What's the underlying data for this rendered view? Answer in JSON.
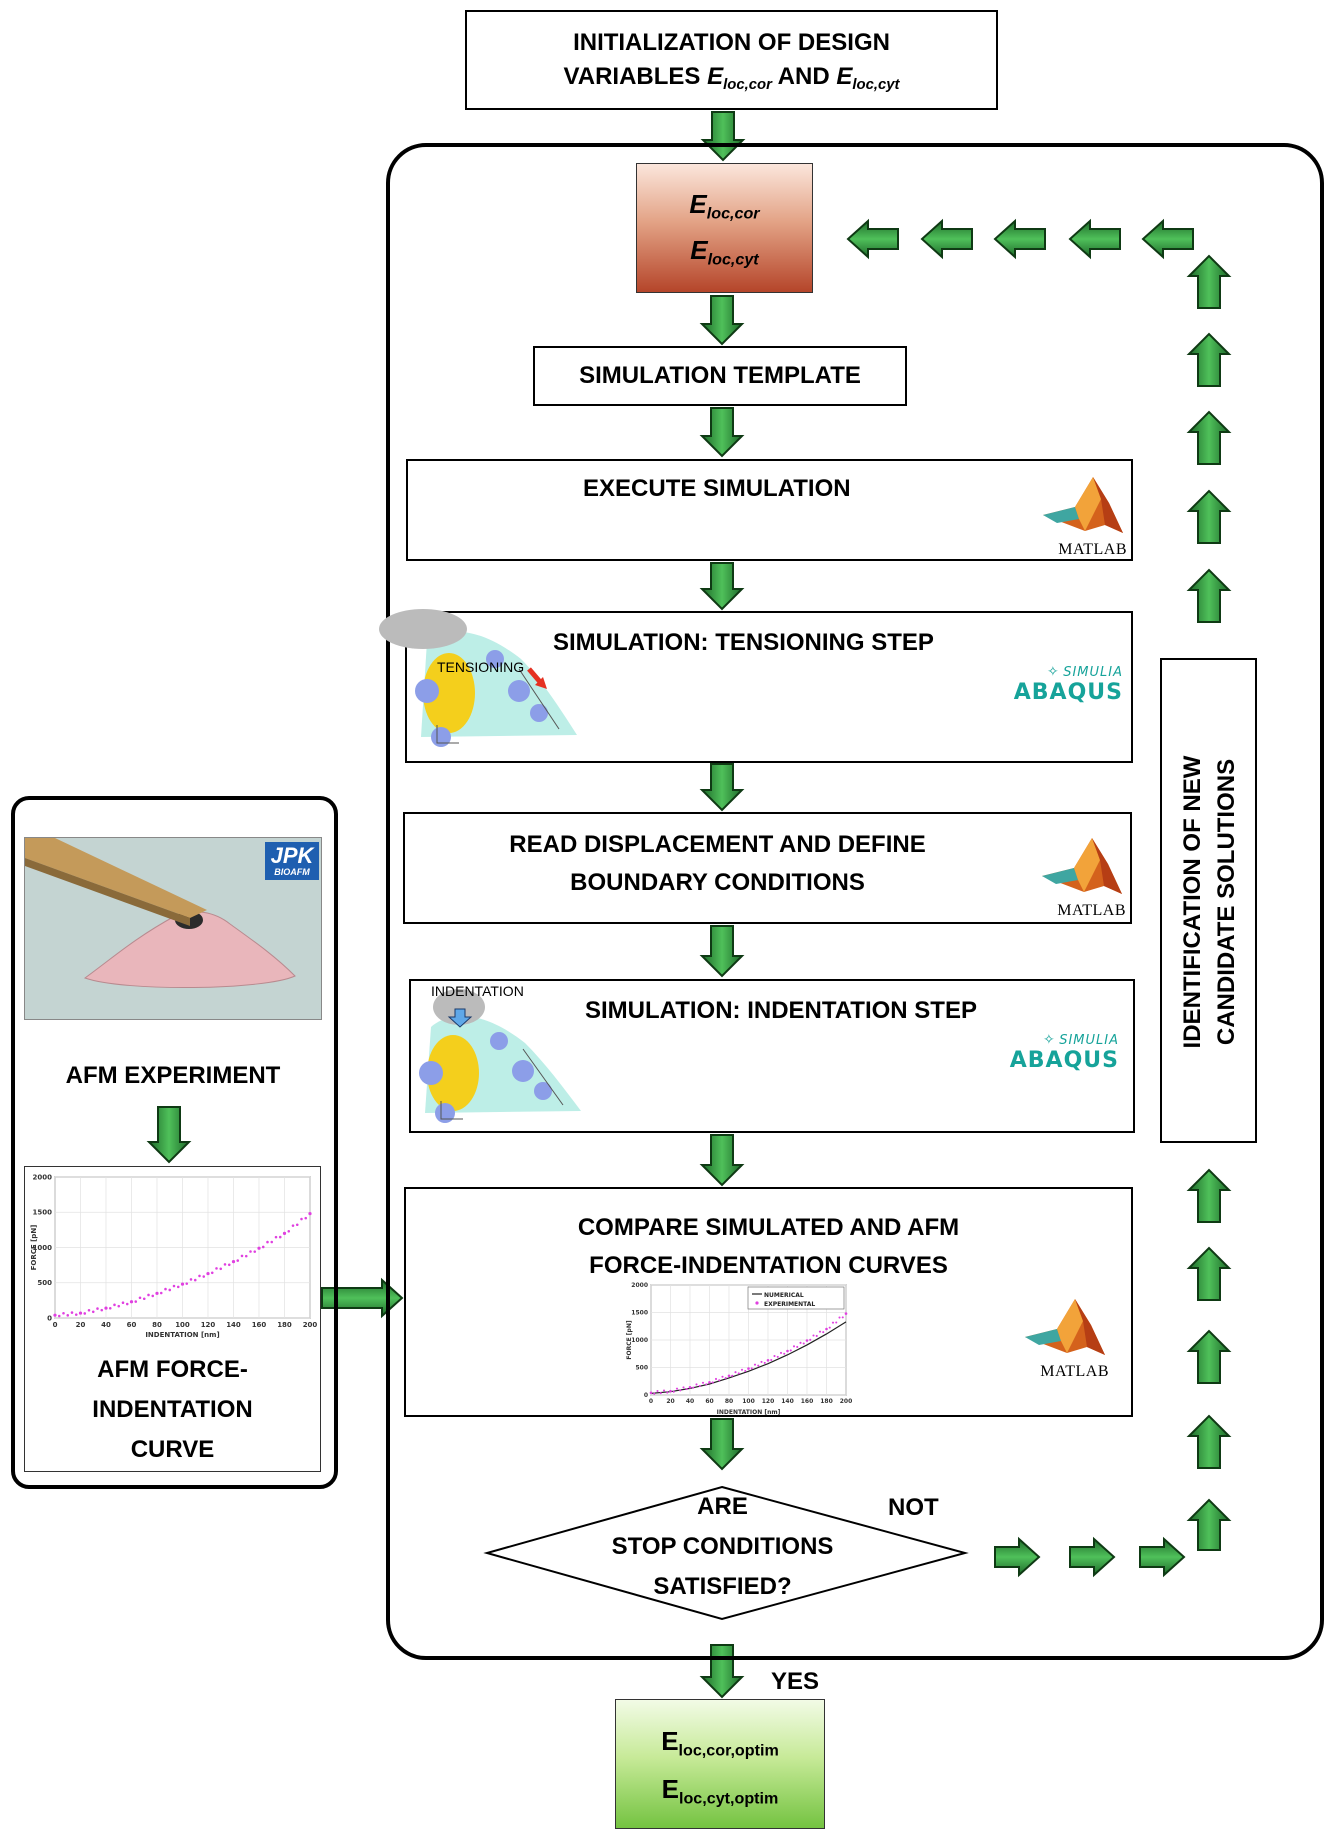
{
  "init_box": {
    "line1": "INITIALIZATION OF DESIGN",
    "line2_prefix": "VARIABLES ",
    "var1": "E",
    "var1_sub": "loc,cor",
    "and": " AND ",
    "var2": "E",
    "var2_sub": "loc,cyt"
  },
  "design_vars": {
    "e1": "E",
    "e1_sub": "loc,cor",
    "e2": "E",
    "e2_sub": "loc,cyt"
  },
  "steps": {
    "template": "SIMULATION TEMPLATE",
    "execute": "EXECUTE SIMULATION",
    "tensioning": "SIMULATION: TENSIONING STEP",
    "tensioning_tag": "TENSIONING",
    "read_line1": "READ DISPLACEMENT AND DEFINE",
    "read_line2": "BOUNDARY CONDITIONS",
    "indentation": "SIMULATION: INDENTATION STEP",
    "indentation_tag": "INDENTATION",
    "compare_line1": "COMPARE SIMULATED AND AFM",
    "compare_line2": "FORCE-INDENTATION CURVES"
  },
  "decision": {
    "line1": "ARE",
    "line2": "STOP CONDITIONS",
    "line3": "SATISFIED?",
    "no_label": "NOT",
    "yes_label": "YES"
  },
  "side_box": "IDENTIFICATION OF NEW CANDIDATE SOLUTIONS",
  "afm": {
    "logo_line1": "JPK",
    "logo_line2": "BIOAFM",
    "experiment": "AFM EXPERIMENT",
    "curve_line1": "AFM  FORCE-",
    "curve_line2": "INDENTATION",
    "curve_line3": "CURVE"
  },
  "result": {
    "e1": "E",
    "e1_sub": "loc,cor,optim",
    "e2": "E",
    "e2_sub": "loc,cyt,optim"
  },
  "tools": {
    "matlab": "MATLAB",
    "simulia": "SIMULIA",
    "abaqus": "ABAQUS"
  },
  "chart_data": [
    {
      "type": "scatter",
      "title": "",
      "xlabel": "INDENTATION [nm]",
      "ylabel": "FORCE [pN]",
      "xlim": [
        0,
        200
      ],
      "ylim": [
        0,
        2000
      ],
      "xticks": [
        "0",
        "20",
        "40",
        "60",
        "80",
        "100",
        "120",
        "140",
        "160",
        "180",
        "200"
      ],
      "yticks": [
        "2000",
        "1500",
        "1000",
        "500",
        "0"
      ],
      "series": [
        {
          "x": [
            0,
            20,
            40,
            60,
            80,
            100,
            120,
            140,
            160,
            180,
            200
          ],
          "values": [
            40,
            70,
            140,
            230,
            350,
            480,
            630,
            800,
            990,
            1200,
            1480
          ]
        }
      ]
    },
    {
      "type": "line",
      "title": "",
      "xlabel": "INDENTATION [nm]",
      "ylabel": "FORCE [pN]",
      "xlim": [
        0,
        200
      ],
      "ylim": [
        0,
        2000
      ],
      "xticks": [
        "0",
        "20",
        "40",
        "60",
        "80",
        "100",
        "120",
        "140",
        "160",
        "180",
        "200"
      ],
      "yticks": [
        "2000",
        "1500",
        "1000",
        "500",
        "0"
      ],
      "legend": [
        "NUMERICAL",
        "EXPERIMENTAL"
      ],
      "series": [
        {
          "name": "NUMERICAL",
          "x": [
            0,
            20,
            40,
            60,
            80,
            100,
            120,
            140,
            160,
            180,
            200
          ],
          "values": [
            30,
            60,
            120,
            200,
            310,
            430,
            570,
            730,
            910,
            1110,
            1330
          ]
        },
        {
          "name": "EXPERIMENTAL",
          "x": [
            0,
            20,
            40,
            60,
            80,
            100,
            120,
            140,
            160,
            180,
            200
          ],
          "values": [
            40,
            70,
            140,
            230,
            350,
            480,
            630,
            800,
            990,
            1200,
            1480
          ]
        }
      ]
    }
  ]
}
